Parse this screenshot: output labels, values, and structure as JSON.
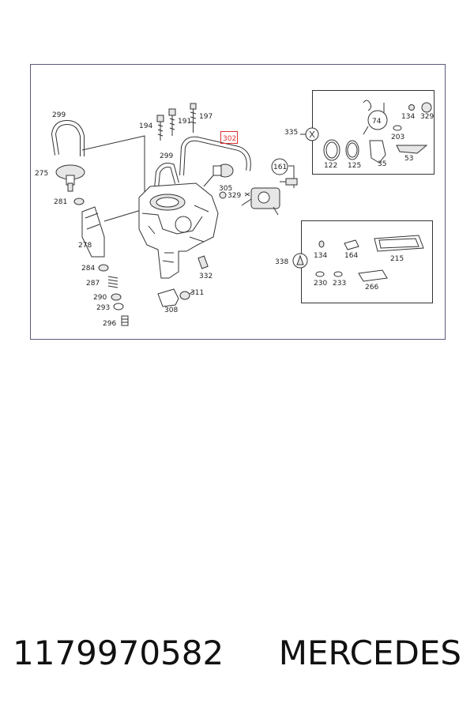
{
  "labels": {
    "l299a": "299",
    "l275": "275",
    "l281": "281",
    "l278": "278",
    "l284": "284",
    "l287": "287",
    "l290": "290",
    "l293": "293",
    "l296": "296",
    "l194": "194",
    "l191": "191",
    "l197": "197",
    "l302": "302",
    "l299b": "299",
    "l305": "305",
    "l329a": "329",
    "l161": "161",
    "l332": "332",
    "l311": "311",
    "l308": "308",
    "l335": "335",
    "l74": "74",
    "l134a": "134",
    "l329b": "329",
    "l203": "203",
    "l122": "122",
    "l125": "125",
    "l35": "35",
    "l53": "53",
    "l338": "338",
    "l134b": "134",
    "l164": "164",
    "l215": "215",
    "l230": "230",
    "l233": "233",
    "l266": "266"
  },
  "footer": {
    "part_number": "1179970582",
    "brand": "MERCEDES"
  },
  "colors": {
    "frame": "#5a5a7a",
    "highlight": "#e03030"
  }
}
